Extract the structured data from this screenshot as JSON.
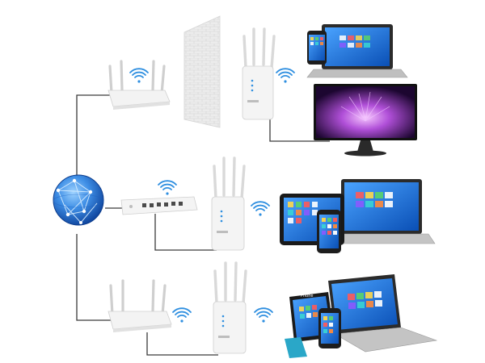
{
  "diagram": {
    "colors": {
      "background": "#ffffff",
      "wire": "#3a3a3a",
      "wifi": "#2f8fe0",
      "device_white": "#f3f3f3",
      "device_edge": "#cfcfcf",
      "globe_dark": "#0d4fb0",
      "globe_light": "#6fb8ff",
      "screen_blue": "#1a6fd6",
      "screen_purple": "#2a0a3a",
      "wall": "#e6e6e6"
    },
    "internet": {
      "icon": "globe-icon"
    },
    "rows": [
      {
        "id": "top",
        "source": "wifi-router",
        "obstacle": "brick-wall",
        "extender": "wifi-extender",
        "targets": [
          "smartphone",
          "laptop",
          "monitor"
        ]
      },
      {
        "id": "middle",
        "source": "network-switch",
        "extender": "wifi-extender",
        "targets": [
          "tablet",
          "smartphone",
          "laptop"
        ]
      },
      {
        "id": "bottom",
        "source": "wifi-router",
        "extender": "wifi-extender",
        "targets": [
          "tablet",
          "smartphone",
          "laptop"
        ]
      }
    ],
    "screen_labels": {
      "tablet_bottom": "Phone"
    }
  }
}
